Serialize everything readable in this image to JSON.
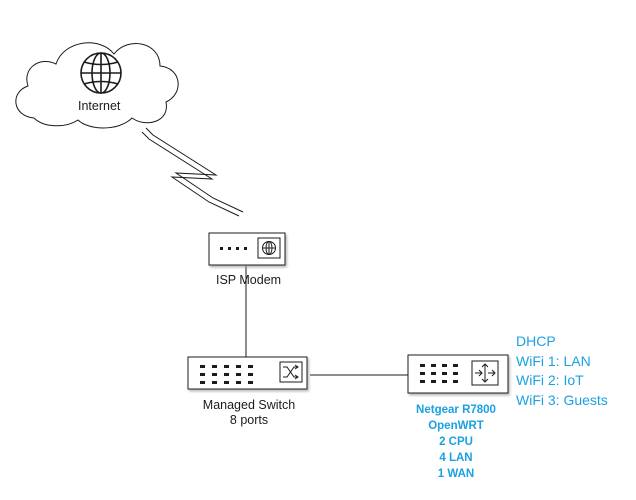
{
  "diagram": {
    "internet": {
      "label": "Internet"
    },
    "modem": {
      "label": "ISP Modem"
    },
    "switch": {
      "lines": [
        "Managed Switch",
        "8 ports"
      ]
    },
    "router": {
      "lines": [
        "Netgear R7800",
        "OpenWRT",
        "2 CPU",
        "4 LAN",
        "1 WAN"
      ]
    },
    "router_notes": {
      "lines": [
        "DHCP",
        "WiFi 1: LAN",
        "WiFi 2: IoT",
        "WiFi 3: Guests"
      ]
    }
  },
  "colors": {
    "line": "#1b1b1b",
    "accent": "#1ba1e2",
    "device_fill": "#ffffff"
  },
  "icons": {
    "internet": "globe-icon",
    "modem": "globe-icon",
    "switch": "crossed-arrows-icon",
    "router": "four-way-arrows-icon"
  }
}
